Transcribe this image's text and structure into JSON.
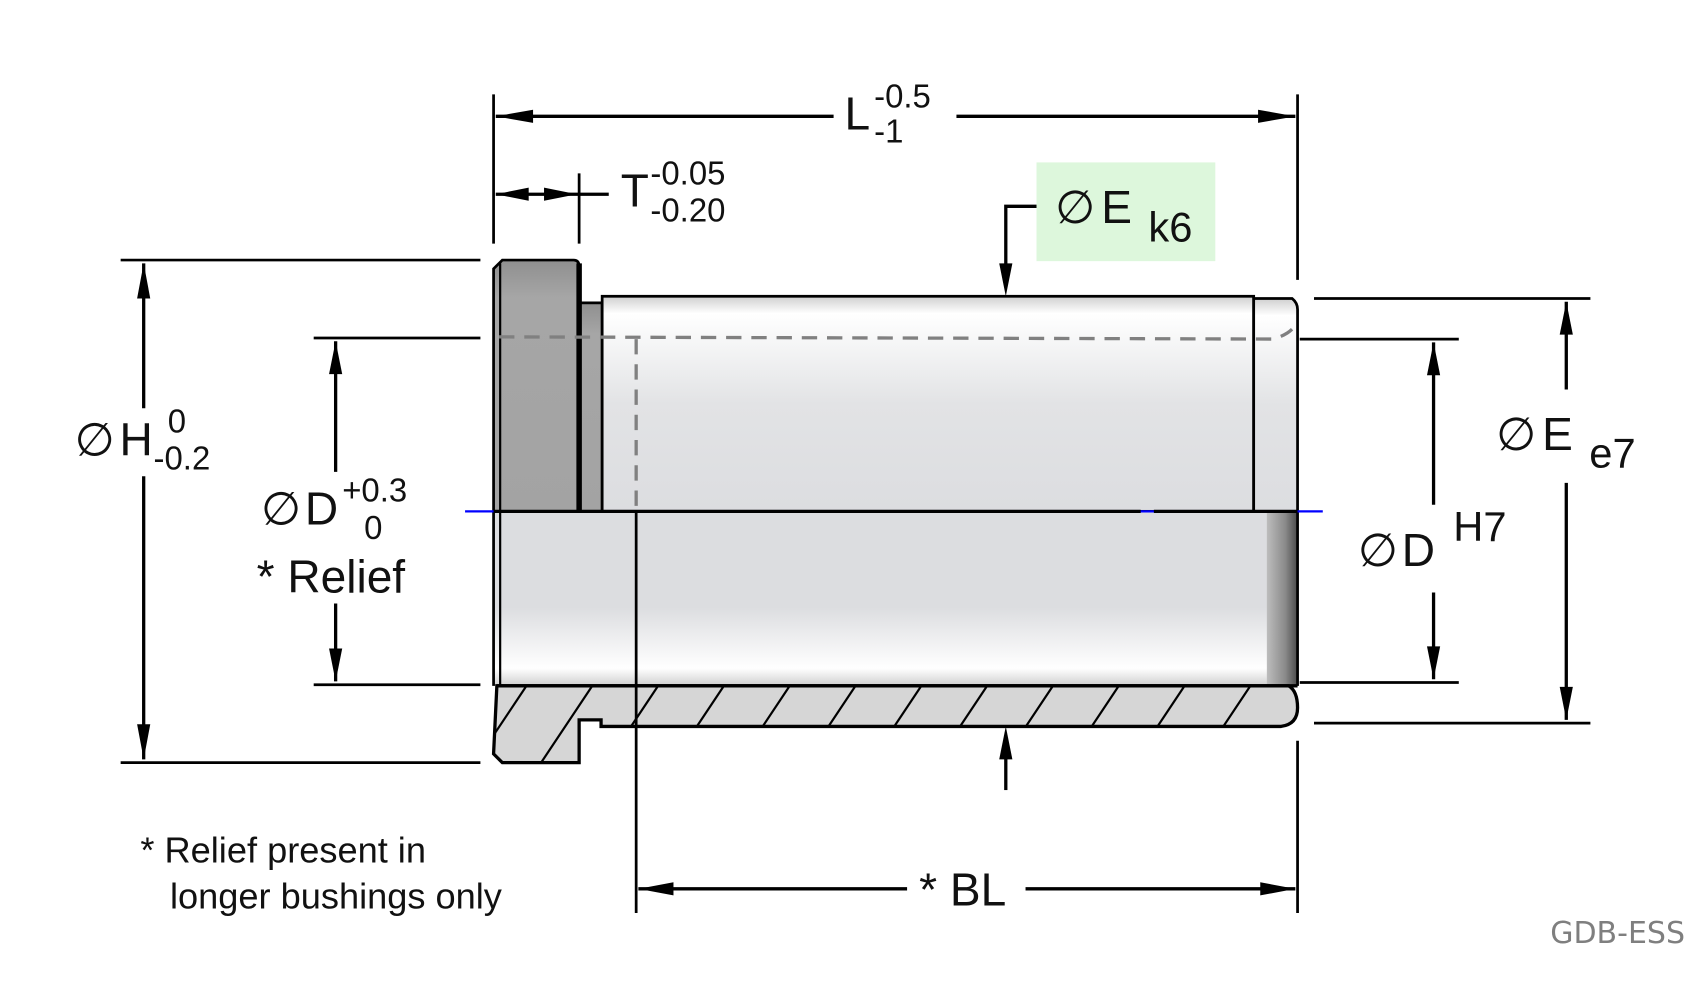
{
  "drawing": {
    "title_code": "GDB-ESS",
    "highlight_color": "#ddf7dc",
    "centerline_color": "#0000ff",
    "dimensions": {
      "L": {
        "symbol": "L",
        "upper_tol": "-0.5",
        "lower_tol": "-1"
      },
      "T": {
        "symbol": "T",
        "upper_tol": "-0.05",
        "lower_tol": "-0.20"
      },
      "H": {
        "diameter_symbol": "∅",
        "symbol": "H",
        "upper_tol": "0",
        "lower_tol": "-0.2"
      },
      "D_relief": {
        "diameter_symbol": "∅",
        "symbol": "D",
        "upper_tol": "+0.3",
        "lower_tol": "0",
        "note": "* Relief"
      },
      "E_k6": {
        "diameter_symbol": "∅",
        "symbol": "E",
        "fit": "k6"
      },
      "E_e7": {
        "diameter_symbol": "∅",
        "symbol": "E",
        "fit": "e7"
      },
      "D_H7": {
        "diameter_symbol": "∅",
        "symbol": "D",
        "fit": "H7"
      },
      "BL": {
        "label": "* BL"
      }
    },
    "footnote": {
      "line1": "* Relief present in",
      "line2": "longer bushings only"
    }
  }
}
